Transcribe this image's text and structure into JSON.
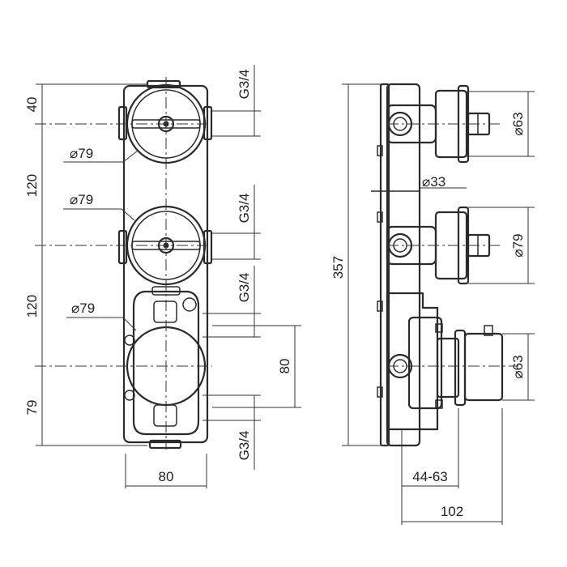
{
  "front_view": {
    "dims_left": [
      "40",
      "120",
      "120",
      "79"
    ],
    "diameter_labels": [
      "⌀79",
      "⌀79",
      "⌀79"
    ],
    "thread_labels": [
      "G3/4",
      "G3/4",
      "G3/4",
      "G3/4"
    ],
    "dim_right_80": "80",
    "dim_bottom_80": "80"
  },
  "side_view": {
    "dim_total_height": "357",
    "diameter_labels": [
      "⌀63",
      "⌀33",
      "⌀79",
      "⌀63"
    ],
    "dim_depth_range": "44-63",
    "dim_depth_total": "102"
  }
}
